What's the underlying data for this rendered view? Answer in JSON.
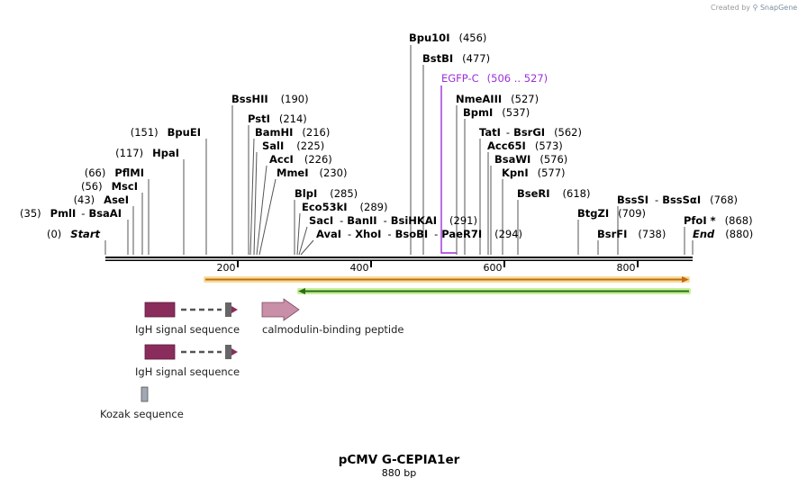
{
  "watermark": {
    "prefix": "Created by",
    "brand": "SnapGene"
  },
  "plasmid": {
    "name": "pCMV G-CEPIA1er",
    "length_label": "880 bp",
    "length": 880
  },
  "ruler_ticks": [
    "200",
    "400",
    "600",
    "800"
  ],
  "sites": [
    {
      "name": "Bpu10I",
      "pos": "(456)"
    },
    {
      "name": "BstBI",
      "pos": "(477)"
    },
    {
      "name": "EGFP-C",
      "pos": "(506 .. 527)",
      "feature": true,
      "color": "#9b30d9"
    },
    {
      "name": "NmeAIII",
      "pos": "(527)"
    },
    {
      "name": "BpmI",
      "pos": "(537)"
    },
    {
      "name": "TatI",
      "name2": "BsrGI",
      "pos": "(562)"
    },
    {
      "name": "Acc65I",
      "pos": "(573)"
    },
    {
      "name": "BsaWI",
      "pos": "(576)"
    },
    {
      "name": "KpnI",
      "pos": "(577)"
    },
    {
      "name": "BseRI",
      "pos": "(618)"
    },
    {
      "name": "BssSI",
      "name2": "BssSαI",
      "pos": "(768)"
    },
    {
      "name": "BtgZI",
      "pos": "(709)"
    },
    {
      "name": "PfoI *",
      "pos": "(868)"
    },
    {
      "name": "BsrFI",
      "pos": "(738)"
    },
    {
      "name": "End",
      "pos": "(880)",
      "italic": true
    },
    {
      "name": "BssHII",
      "pos": "(190)"
    },
    {
      "name": "PstI",
      "pos": "(214)"
    },
    {
      "name": "BamHI",
      "pos": "(216)"
    },
    {
      "name": "SalI",
      "pos": "(225)"
    },
    {
      "name": "AccI",
      "pos": "(226)"
    },
    {
      "name": "MmeI",
      "pos": "(230)"
    },
    {
      "name": "BlpI",
      "pos": "(285)"
    },
    {
      "name": "Eco53kI",
      "pos": "(289)"
    },
    {
      "name": "SacI",
      "name2": "BanII",
      "name3": "BsiHKAI",
      "pos": "(291)"
    },
    {
      "name": "AvaI",
      "name2": "XhoI",
      "name3": "BsoBI",
      "name4": "PaeR7I",
      "pos": "(294)"
    },
    {
      "name": "BpuEI",
      "pos": "(151)"
    },
    {
      "name": "HpaI",
      "pos": "(117)"
    },
    {
      "name": "PflMI",
      "pos": "(66)"
    },
    {
      "name": "MscI",
      "pos": "(56)"
    },
    {
      "name": "AseI",
      "pos": "(43)"
    },
    {
      "name": "PmlI",
      "name2": "BsaAI",
      "pos": "(35)"
    },
    {
      "name": "Start",
      "pos": "(0)",
      "italic": true
    }
  ],
  "features": [
    {
      "label": "IgH signal sequence",
      "color": "#8b2d5c"
    },
    {
      "label": "calmodulin-binding peptide",
      "color": "#c98fa8"
    },
    {
      "label": "IgH signal sequence",
      "color": "#8b2d5c"
    },
    {
      "label": "Kozak sequence",
      "color": "#a0a8b4"
    }
  ],
  "colors": {
    "orf_fwd": "#f0a030",
    "orf_rev": "#77cc33"
  }
}
